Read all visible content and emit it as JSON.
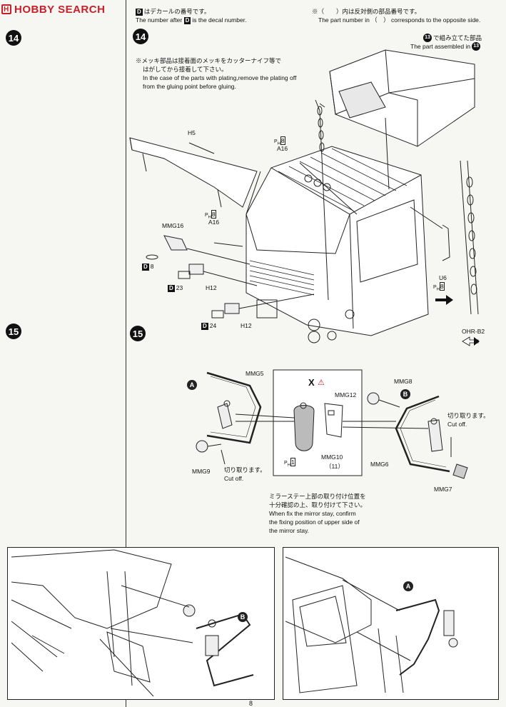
{
  "header": {
    "brand_logo": "HOBBY SEARCH",
    "decal_note_jp": "はデカールの番号です。",
    "decal_note_en_prefix": "The number after",
    "decal_note_en_suffix": "is the decal number.",
    "decal_marker": "D",
    "opposite_note_jp": "※（　　）内は反対側の部品番号です。",
    "opposite_note_en": "The part number in （　） corresponds to the opposite side."
  },
  "steps": {
    "step14": "14",
    "step15": "15",
    "step13_ref": "13"
  },
  "step14": {
    "assembled_jp": "で組み立てた部品",
    "assembled_en": "The part assembled in",
    "plating_note_jp_1": "※メッキ部品は接着面のメッキをカッターナイフ等で",
    "plating_note_jp_2": "はがしてから接着して下さい。",
    "plating_note_en_1": "In the case of the parts with plating,remove the plating off",
    "plating_note_en_2": "from the gluing point before gluing.",
    "parts": {
      "h5": "H5",
      "a16_top": "A16",
      "ph8_top": "8",
      "a16_left": "A16",
      "ph8_left": "8",
      "mmg16": "MMG16",
      "d8": "8",
      "d23": "23",
      "h12_a": "H12",
      "d24": "24",
      "h12_b": "H12",
      "u6": "U6",
      "ph8_right": "8",
      "ohr_b2": "OHR-B2"
    }
  },
  "step15": {
    "marker_a": "A",
    "marker_b": "B",
    "x_mark": "X",
    "parts": {
      "mmg5": "MMG5",
      "mmg12": "MMG12",
      "mmg8": "MMG8",
      "mmg9": "MMG9",
      "mmg10": "MMG10",
      "mmg10_opp": "（11）",
      "ph1": "1",
      "mmg6": "MMG6",
      "mmg7": "MMG7"
    },
    "cut_off_jp_left": "切り取ります。",
    "cut_off_en_left": "Cut off.",
    "cut_off_jp_right": "切り取ります。",
    "cut_off_en_right": "Cut off.",
    "mirror_note_jp_1": "ミラーステー上部の取り付け位置を",
    "mirror_note_jp_2": "十分確認の上、取り付けて下さい。",
    "mirror_note_en_1": "When fix the mirror stay, confirm",
    "mirror_note_en_2": "the fixing position of upper side of",
    "mirror_note_en_3": "the mirror stay."
  },
  "footer": {
    "page_number": "8"
  }
}
